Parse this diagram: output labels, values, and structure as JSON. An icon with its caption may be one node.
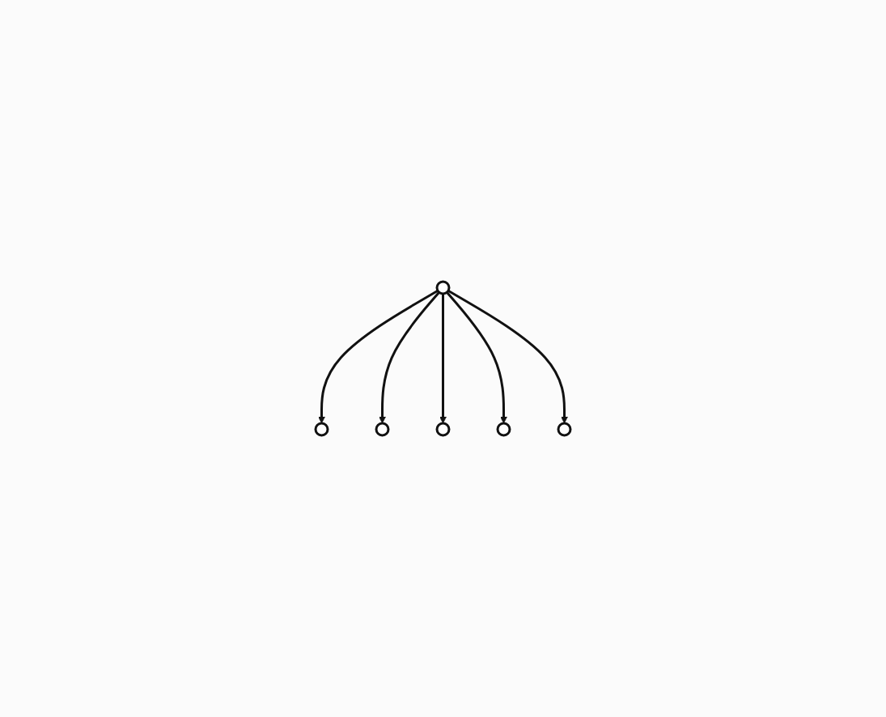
{
  "diagram": {
    "nodes": [
      {
        "text": [],
        "shape": "circle"
      },
      {
        "text": [],
        "shape": "circle"
      },
      {
        "text": [],
        "shape": "circle"
      },
      {
        "text": [],
        "shape": "circle"
      },
      {
        "text": [],
        "shape": "circle"
      },
      {
        "text": [],
        "shape": "circle"
      }
    ],
    "edges": [
      {
        "from": 0,
        "to": 1,
        "arrow": "to"
      },
      {
        "from": 0,
        "to": 2,
        "arrow": "to"
      },
      {
        "from": 0,
        "to": 3,
        "arrow": "to"
      },
      {
        "from": 0,
        "to": 4,
        "arrow": "to"
      },
      {
        "from": 0,
        "to": 5,
        "arrow": "to"
      }
    ]
  }
}
